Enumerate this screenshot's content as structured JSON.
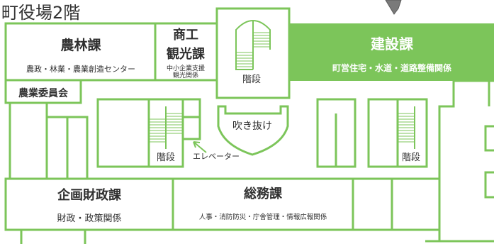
{
  "map": {
    "title": "町役場2階",
    "colors": {
      "wall": "#7cc55a",
      "highlight_fill": "#7cc55a",
      "room_text": "#2f2f2f",
      "highlight_text": "#ffffff",
      "background": "#ffffff"
    },
    "rooms": {
      "nourin": {
        "name": "農林課",
        "desc": "農政・林業・農業創造センター"
      },
      "shoko": {
        "name_line1": "商工",
        "name_line2": "観光課",
        "desc_line1": "中小企業支援",
        "desc_line2": "観光関係"
      },
      "kensetsu": {
        "name": "建設課",
        "desc": "町営住宅・水道・道路整備関係"
      },
      "nougyou_iinkai": {
        "name": "農業委員会"
      },
      "kikaku": {
        "name": "企画財政課",
        "desc": "財政・政策関係"
      },
      "somu": {
        "name": "総務課",
        "desc": "人事・消防防災・庁舎管理・情報広報関係"
      }
    },
    "labels": {
      "stairs": "階段",
      "atrium": "吹き抜け",
      "elevator": "エレベーター"
    },
    "icons": [
      "arrow-icon",
      "pin-marker-icon"
    ]
  }
}
